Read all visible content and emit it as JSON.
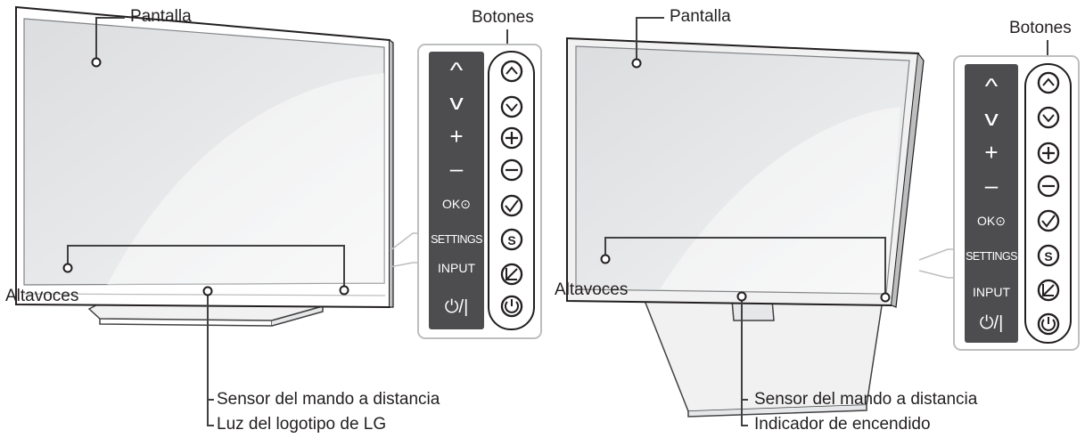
{
  "left_tv": {
    "screen_label": "Pantalla",
    "buttons_label": "Botones",
    "speakers_label": "Altavoces",
    "sensor_label": "Sensor del mando a distancia",
    "indicator_label": "Luz del logotipo de LG"
  },
  "right_tv": {
    "screen_label": "Pantalla",
    "buttons_label": "Botones",
    "speakers_label": "Altavoces",
    "sensor_label": "Sensor del mando a distancia",
    "indicator_label": "Indicador de encendido"
  },
  "button_legend": {
    "up": "^",
    "down": "v",
    "plus": "+",
    "minus": "–",
    "ok": "OK⊙",
    "settings": "SETTINGS",
    "input": "INPUT",
    "power": "⏻/|"
  },
  "colors": {
    "panel_dark": "#4d4d4f",
    "line": "#414042",
    "callout_box": "#bcbec0"
  }
}
